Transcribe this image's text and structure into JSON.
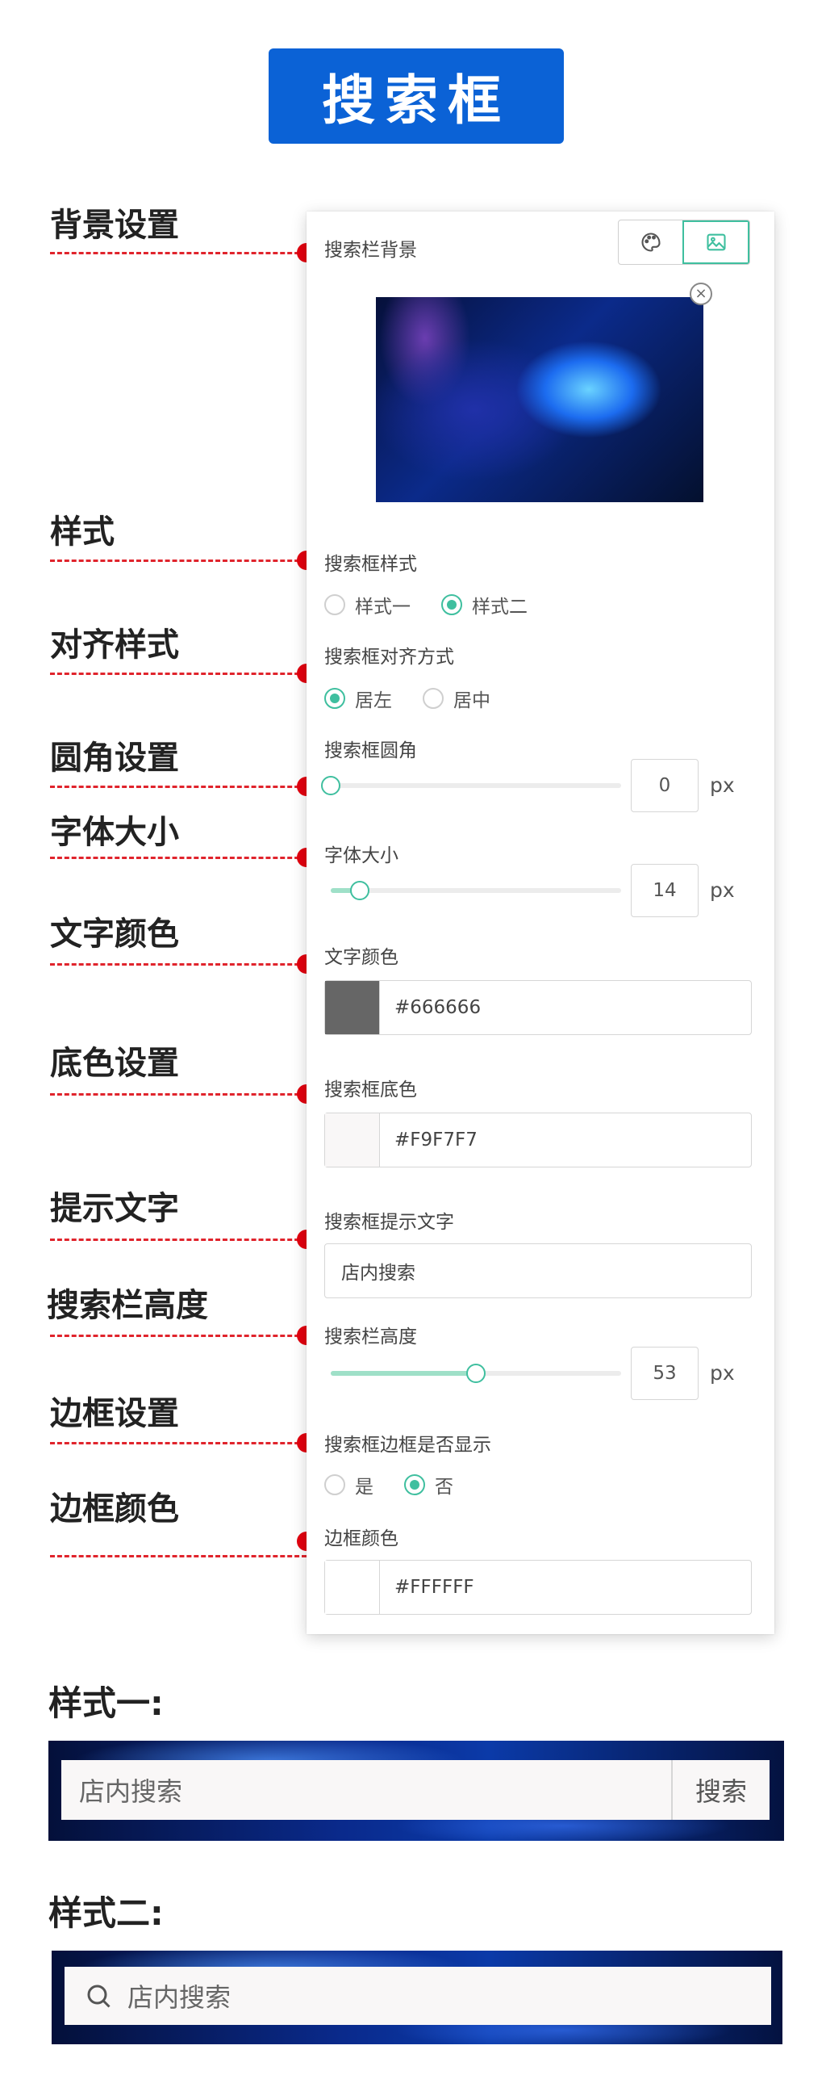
{
  "banner": {
    "title": "搜索框"
  },
  "annotations": [
    "背景设置",
    "样式",
    "对齐样式",
    "圆角设置",
    "字体大小",
    "文字颜色",
    "底色设置",
    "提示文字",
    "搜索栏高度",
    "边框设置",
    "边框颜色"
  ],
  "panel": {
    "bg_label": "搜索栏背景",
    "bg_mode": {
      "options": [
        "palette-icon",
        "image-icon"
      ],
      "selected": "image-icon"
    },
    "style_label": "搜索框样式",
    "style_options": [
      "样式一",
      "样式二"
    ],
    "style_selected": "样式二",
    "align_label": "搜索框对齐方式",
    "align_options": [
      "居左",
      "居中"
    ],
    "align_selected": "居左",
    "radius_label": "搜索框圆角",
    "radius_value": "0",
    "radius_fraction": 0.0,
    "font_label": "字体大小",
    "font_value": "14",
    "font_fraction": 0.1,
    "unit": "px",
    "text_color_label": "文字颜色",
    "text_color": "#666666",
    "bg_color_label": "搜索框底色",
    "bg_color": "#F9F7F7",
    "placeholder_label": "搜索框提示文字",
    "placeholder_value": "店内搜索",
    "height_label": "搜索栏高度",
    "height_value": "53",
    "height_fraction": 0.5,
    "border_show_label": "搜索框边框是否显示",
    "border_options": [
      "是",
      "否"
    ],
    "border_selected": "否",
    "border_color_label": "边框颜色",
    "border_color": "#FFFFFF"
  },
  "previews": {
    "style1_title": "样式一:",
    "style1_placeholder": "店内搜索",
    "style1_button": "搜索",
    "style2_title": "样式二:",
    "style2_placeholder": "店内搜索"
  },
  "colors": {
    "accent": "#3fbf9f",
    "banner": "#0b62d6",
    "annotation": "#e3000f"
  }
}
